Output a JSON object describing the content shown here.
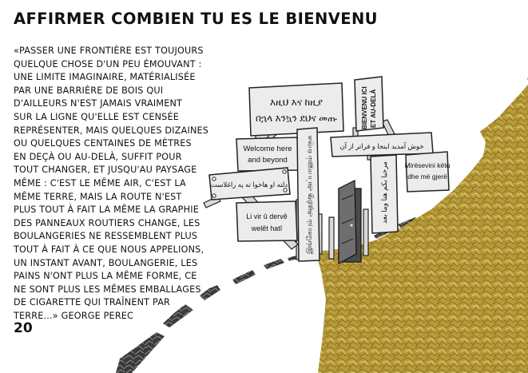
{
  "header": {
    "title": "AFFIRMER COMBIEN TU ES LE BIENVENU"
  },
  "quote": {
    "lines": [
      "«Passer une frontière est toujours",
      "quelque chose d'un peu émouvant :",
      "une limite imaginaire, matérialisée",
      "par une barrière de bois qui",
      "d'ailleurs n'est jamais vraiment",
      "sur la ligne qu'elle est censée",
      "représenter, mais quelques dizaines",
      "ou quelques centaines de mètres",
      "en deçà ou au-delà, suffit pour",
      "tout changer, et jusqu'au paysage",
      "même : c'est le même air, c'est la",
      "même terre, mais la route n'est",
      "plus tout à fait la même la graphie",
      "des panneaux routiers change, les",
      "boulangeries ne ressemblent plus",
      "tout à fait à ce que nous appelions,",
      "un instant avant, boulangerie, les",
      "pains n'ont plus la même forme, ce",
      "ne sont plus les mêmes emballages",
      "de cigarette qui traînent par",
      "terre...» George Perec"
    ]
  },
  "footer": {
    "page_number": "20"
  },
  "illustration": {
    "signs": {
      "amharic_1": "እዚህ እና ከዚያ",
      "amharic_2": "በኋላ እንኳን ደህና መጡ",
      "bienvenu_1": "BIENVENU ICI",
      "bienvenu_2": "ET AU-DELÀ",
      "english_1": "Welcome here",
      "english_2": "and beyond",
      "persian": "خوش آمدید اینجا و فراتر از آن",
      "tamil": "இங்கேயும் அதற்கு அப்பாலும் வருக",
      "albanian_1": "Mirësevini këtu",
      "albanian_2": "dhe më gjerë",
      "arabic_left": "دلته او هاخوا ته په راغلاست",
      "arabic_right": "مرحبا بكم هنا وما بعد",
      "kurdish_1": "Li vir û dervê",
      "kurdish_2": "welêt hatî"
    },
    "colors": {
      "gold": "#b89b3a",
      "road": "#222222"
    }
  }
}
